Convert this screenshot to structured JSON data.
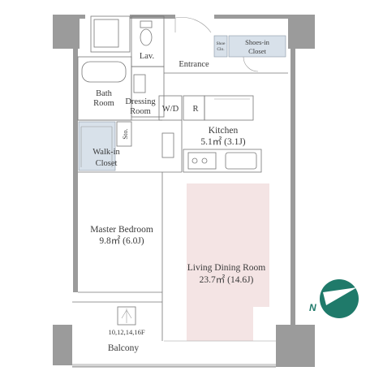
{
  "rooms": {
    "lav": "Lav.",
    "entrance": "Entrance",
    "shoe_closet_small_1": "Shoe",
    "shoe_closet_small_2": "Clo.",
    "shoes_in_1": "Shoes-in",
    "shoes_in_2": "Closet",
    "bath_1": "Bath",
    "bath_2": "Room",
    "dressing_1": "Dressing",
    "dressing_2": "Room",
    "wd": "W/D",
    "refrigerator": "R",
    "kitchen": "Kitchen",
    "kitchen_area": "5.1㎡ (3.1J)",
    "storage": "Sto.",
    "walkin_1": "Walk-in",
    "walkin_2": "Closet",
    "master_bedroom": "Master Bedroom",
    "master_bedroom_area": "9.8㎡ (6.0J)",
    "living_dining": "Living Dining Room",
    "living_dining_area": "23.7㎡ (14.6J)",
    "balcony_floors": "10,12,14,16F",
    "balcony": "Balcony"
  },
  "compass": {
    "label": "N",
    "color": "#1f7a6a"
  },
  "colors": {
    "living_highlight": "#f4e4e4",
    "closet_fill": "#d8e1ea"
  }
}
